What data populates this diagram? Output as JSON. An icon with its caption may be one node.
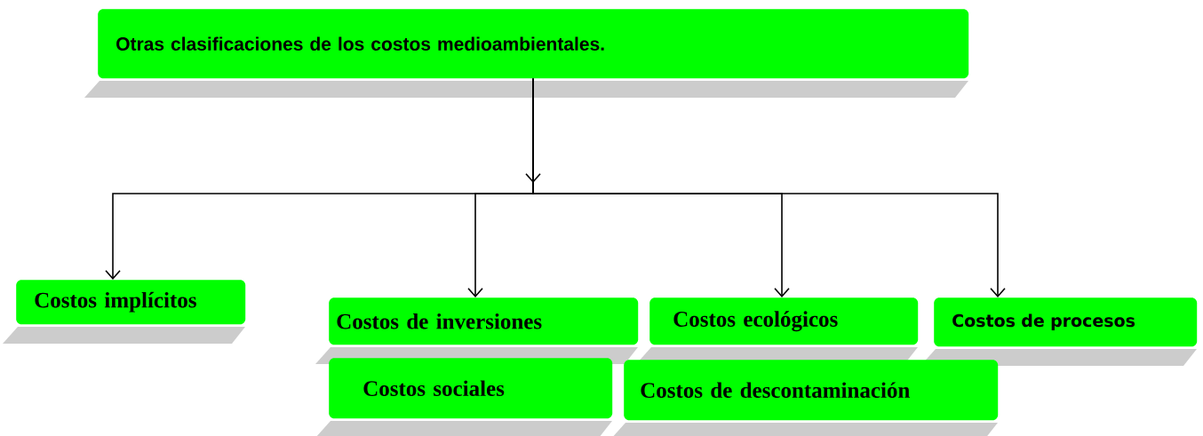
{
  "diagram": {
    "nodes": [
      {
        "text": [
          "Otras clasificaciones de los costos medioambientales."
        ]
      },
      {
        "text": [
          "Costos implícitos"
        ]
      },
      {
        "text": [
          "Costos de inversiones"
        ]
      },
      {
        "text": [
          "Costos ecológicos"
        ]
      },
      {
        "text": [
          "Costos de procesos"
        ]
      },
      {
        "text": [
          "Costos  sociales"
        ]
      },
      {
        "text": [
          "Costos de descontaminación"
        ]
      }
    ],
    "edges": [
      {
        "from": 0,
        "to": 1,
        "arrow": "to"
      },
      {
        "from": 0,
        "to": 2,
        "arrow": "to"
      },
      {
        "from": 0,
        "to": 3,
        "arrow": "to"
      },
      {
        "from": 0,
        "to": 4,
        "arrow": "to"
      }
    ]
  }
}
